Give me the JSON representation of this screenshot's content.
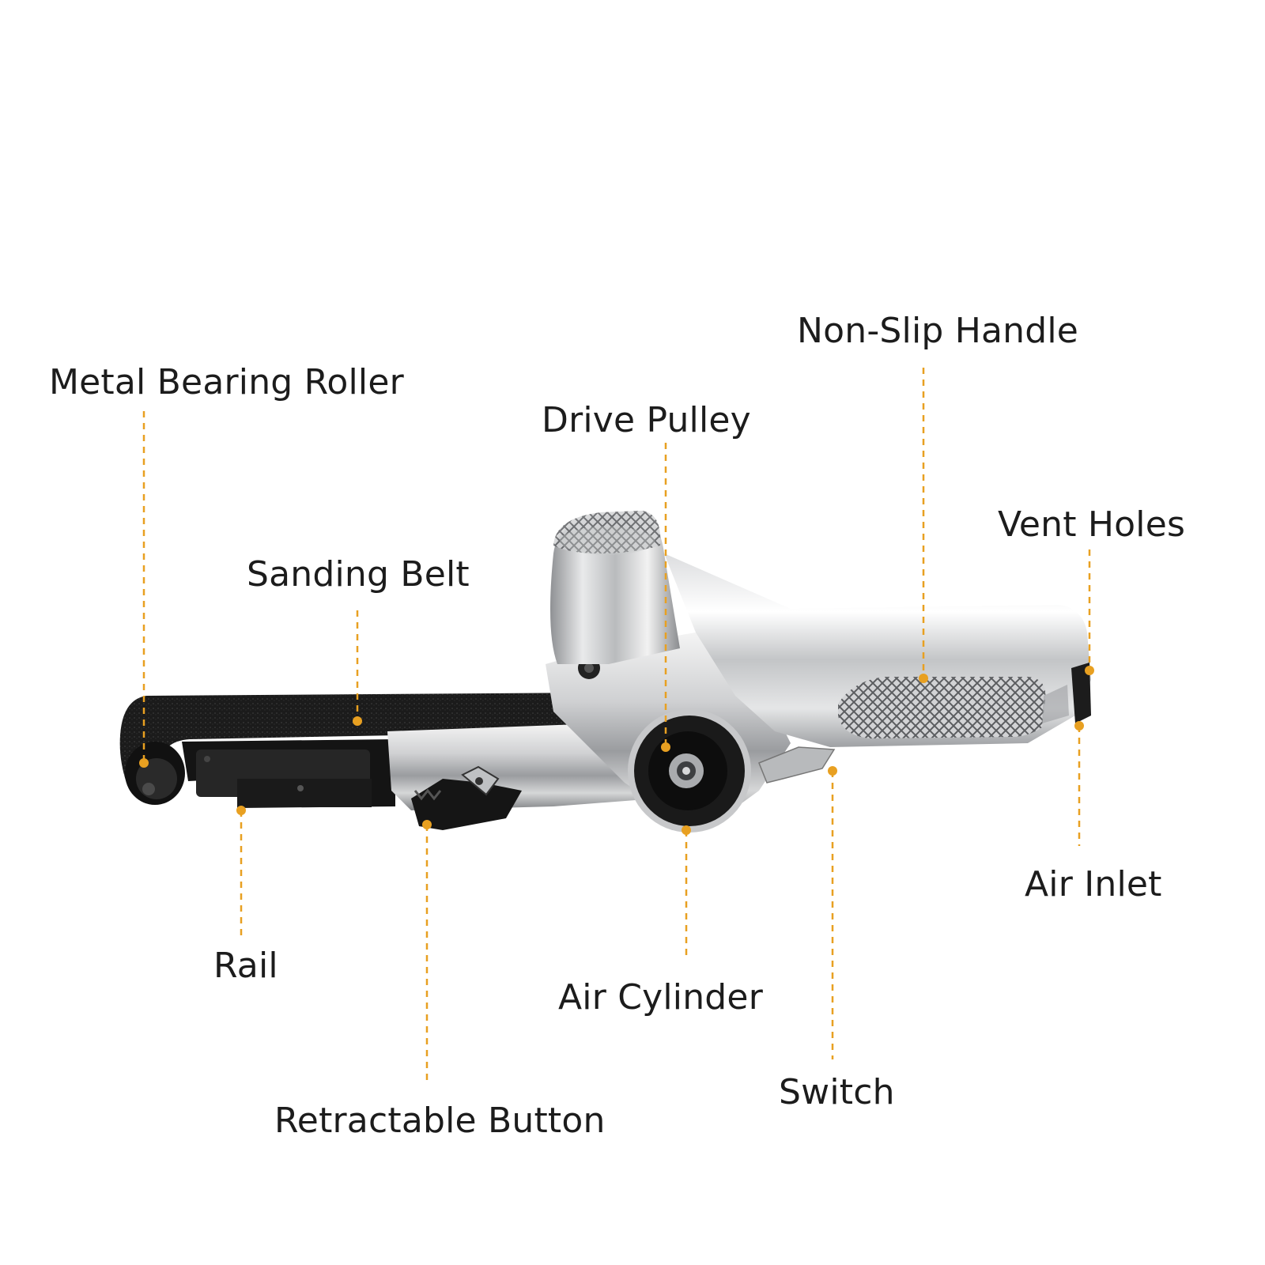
{
  "diagram": {
    "accent_color": "#E8A021",
    "product": "pneumatic belt sander",
    "labels": {
      "metal_bearing_roller": "Metal Bearing Roller",
      "non_slip_handle": "Non-Slip Handle",
      "drive_pulley": "Drive Pulley",
      "vent_holes": "Vent Holes",
      "sanding_belt": "Sanding Belt",
      "air_inlet": "Air Inlet",
      "rail": "Rail",
      "air_cylinder": "Air Cylinder",
      "switch": "Switch",
      "retractable_button": "Retractable Button"
    }
  }
}
